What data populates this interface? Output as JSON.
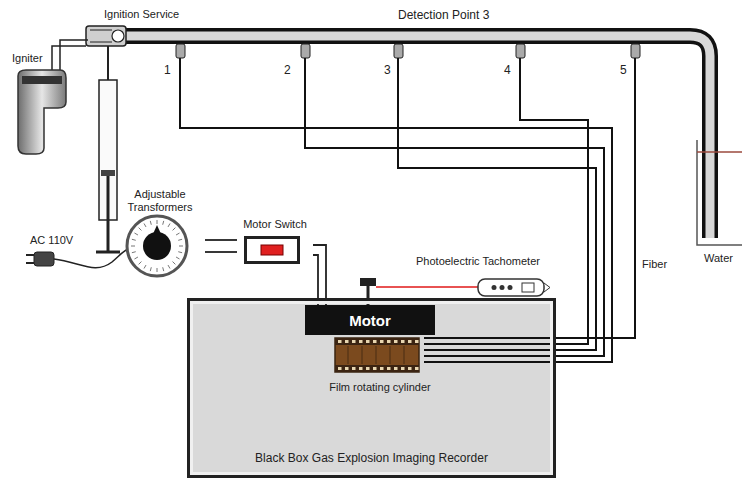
{
  "diagram": {
    "nodes": [
      {
        "text": [
          "Black Box Gas Explosion Imaging Recorder"
        ]
      },
      {
        "text": [
          "Motor"
        ],
        "in": 0
      },
      {
        "text": [
          "Film rotating cylinder"
        ],
        "in": 0
      },
      {
        "text": [
          "Adjustable Transformers"
        ]
      },
      {
        "text": [
          "Motor Switch"
        ]
      }
    ],
    "edges": [
      {
        "from": 3,
        "to": 4,
        "arrow": "none"
      },
      {
        "from": 4,
        "to": 1,
        "arrow": "none"
      }
    ],
    "labels": [
      "Ignition Service",
      "Detection Point 3",
      "Igniter",
      "1",
      "2",
      "3",
      "4",
      "5",
      "AC 110V",
      "Photoelectric Tachometer",
      "Fiber",
      "Water"
    ]
  }
}
